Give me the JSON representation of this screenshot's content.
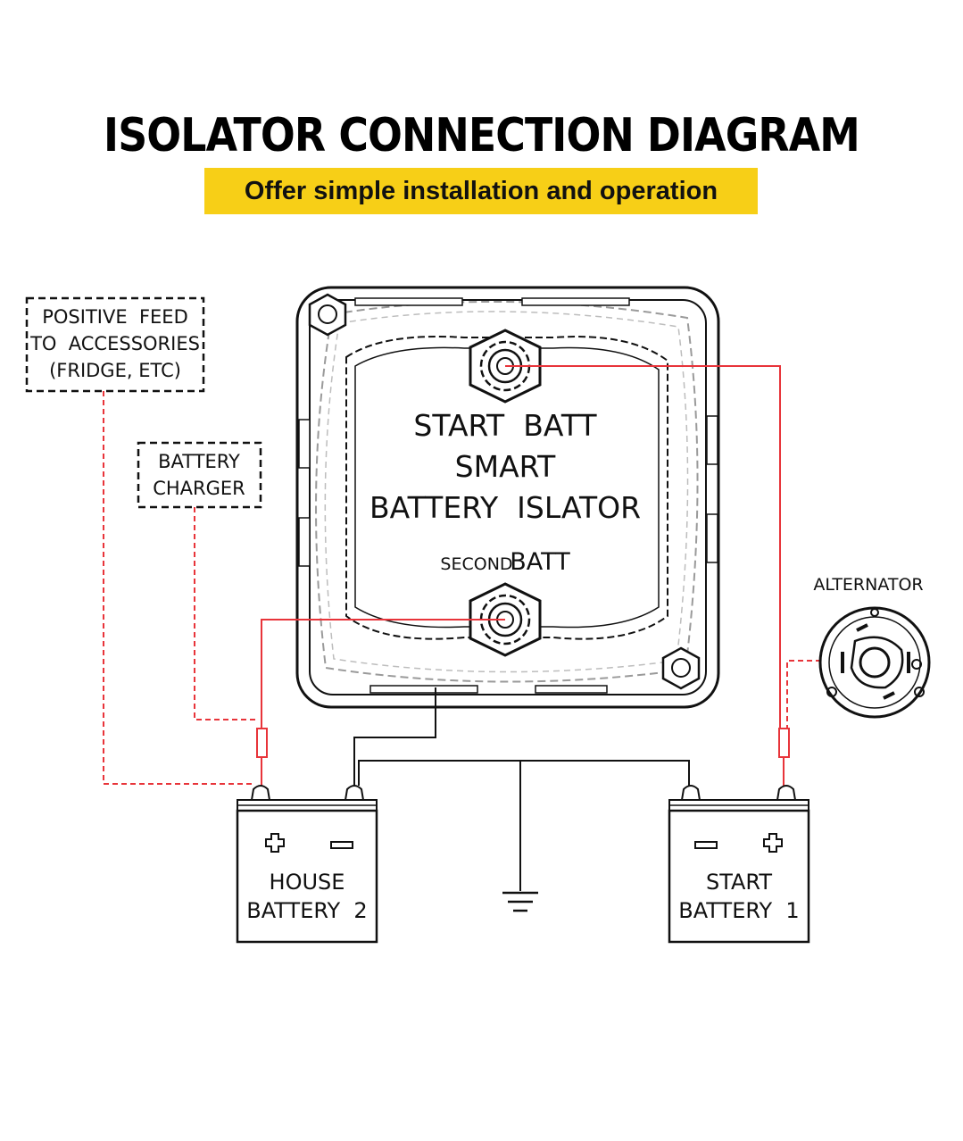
{
  "header": {
    "title": "ISOLATOR CONNECTION DIAGRAM",
    "subtitle": "Offer simple installation and operation"
  },
  "device": {
    "line1": "START  BATT",
    "line2": "SMART",
    "line3": "BATTERY  ISLATOR",
    "second_batt_small": "SECOND",
    "second_batt_big": "BATT"
  },
  "labels": {
    "positive_feed_1": "POSITIVE  FEED",
    "positive_feed_2": "TO  ACCESSORIES",
    "positive_feed_3": "(FRIDGE, ETC)",
    "charger_1": "BATTERY",
    "charger_2": "CHARGER",
    "alternator": "ALTERNATOR"
  },
  "batteries": {
    "house_1": "HOUSE",
    "house_2": "BATTERY  2",
    "start_1": "START",
    "start_2": "BATTERY  1"
  },
  "colors": {
    "accent_yellow": "#f7cf17",
    "wire_red": "#e8343a",
    "line_black": "#111111",
    "dashed_gray": "#9a9a9a"
  }
}
